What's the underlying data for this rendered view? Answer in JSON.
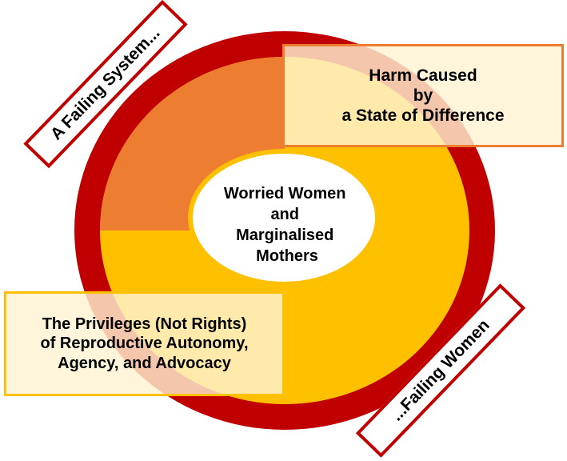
{
  "diagram": {
    "center_label_lines": [
      "Worried Women",
      "and",
      "Marginalised",
      "Mothers"
    ],
    "box_harm_lines": [
      "Harm Caused",
      "by",
      "a State of Difference"
    ],
    "box_privileges_lines": [
      "The Privileges (Not Rights)",
      "of Reproductive Autonomy,",
      "Agency, and Advocacy"
    ],
    "tag_left": "A Failing System...",
    "tag_right": "...Failing Women"
  },
  "colors": {
    "outer_ring": "#C00000",
    "quadrant_orange": "#ED7D31",
    "quadrant_gold": "#FFC000",
    "center_fill": "#FFFFFF",
    "box_fill": "#FFF3D2",
    "tag_border": "#C00000"
  }
}
